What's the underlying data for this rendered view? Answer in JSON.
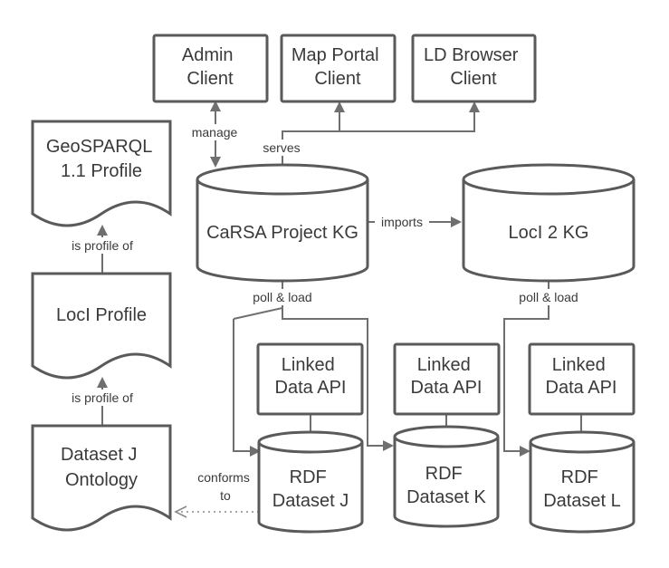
{
  "nodes": {
    "admin_client": [
      "Admin",
      "Client"
    ],
    "map_portal_client": [
      "Map Portal",
      "Client"
    ],
    "ld_browser_client": [
      "LD Browser",
      "Client"
    ],
    "geosparql_profile": [
      "GeoSPARQL",
      "1.1 Profile"
    ],
    "locl_profile": [
      "LocI Profile"
    ],
    "dataset_j_ontology": [
      "Dataset J",
      "Ontology"
    ],
    "carsa_kg": [
      "CaRSA Project KG"
    ],
    "locl2_kg": [
      "LocI 2 KG"
    ],
    "api_j": [
      "Linked",
      "Data API"
    ],
    "api_k": [
      "Linked",
      "Data API"
    ],
    "api_l": [
      "Linked",
      "Data API"
    ],
    "rdf_j": [
      "RDF",
      "Dataset J"
    ],
    "rdf_k": [
      "RDF",
      "Dataset K"
    ],
    "rdf_l": [
      "RDF",
      "Dataset L"
    ]
  },
  "edge_labels": {
    "manage": [
      "manage"
    ],
    "serves": [
      "serves"
    ],
    "imports": [
      "imports"
    ],
    "poll_load_1": [
      "poll & load"
    ],
    "poll_load_2": [
      "poll & load"
    ],
    "is_profile_of_1": [
      "is profile of"
    ],
    "is_profile_of_2": [
      "is profile of"
    ],
    "conforms_to": [
      "conforms",
      "to"
    ]
  }
}
